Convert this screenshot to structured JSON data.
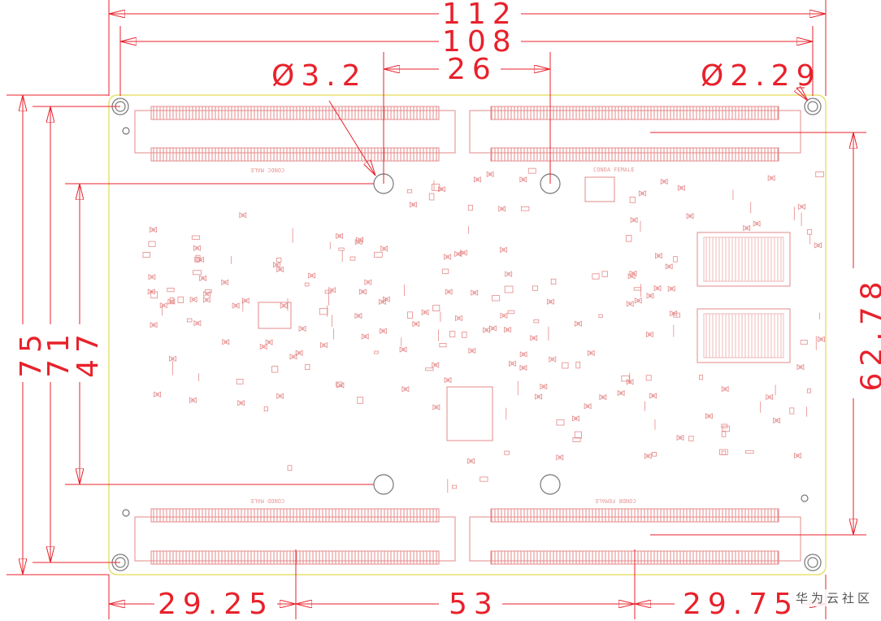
{
  "dimensions": {
    "board_width": "112",
    "inner_width": "108",
    "hole_spacing": "26",
    "hole_left_dia": "Ø3.2",
    "hole_right_dia": "Ø2.29",
    "board_height": "75",
    "inner_height": "71",
    "hole_vspacing": "47",
    "right_span": "62.78",
    "left_offset": "29.25",
    "center_span": "53",
    "right_offset": "29.75"
  },
  "connectors": {
    "conn_a": "CONDA FEMALE",
    "conn_b": "CONDB FEMALE",
    "conn_c": "CONDC MALE",
    "conn_d": "CONDD MALE"
  },
  "watermark": "华为云社区",
  "colors": {
    "dimension": "#e8212b",
    "component": "#e58a8a",
    "outline": "#e8e070",
    "hole": "#777777"
  }
}
